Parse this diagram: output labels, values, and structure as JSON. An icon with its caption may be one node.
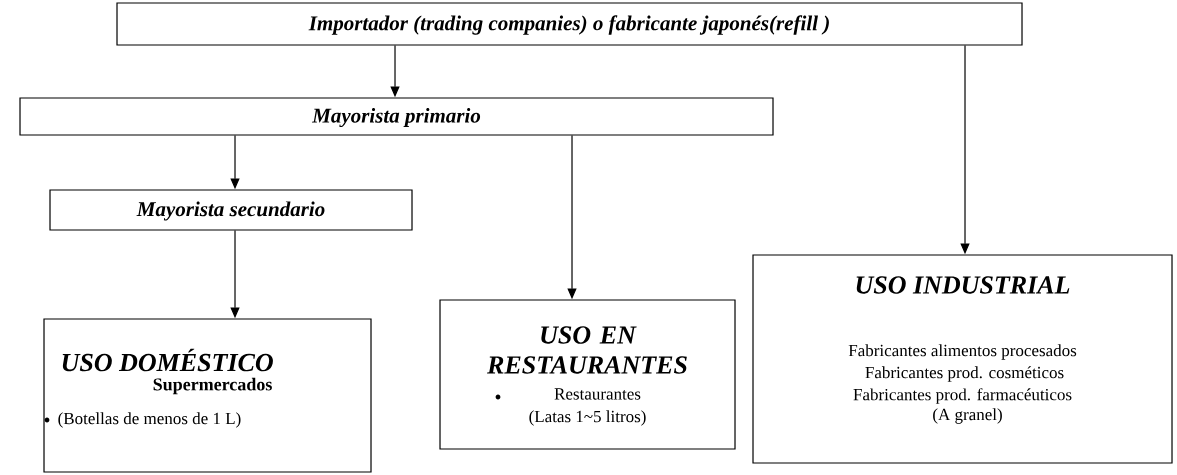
{
  "diagram": {
    "nodes": [
      {
        "text": [
          "Importador (trading companies) o fabricante japonés(refill )"
        ]
      },
      {
        "text": [
          "Mayorista primario"
        ]
      },
      {
        "text": [
          "Mayorista secundario"
        ]
      },
      {
        "text": [
          "USO DOMÉSTICO",
          "Supermercados",
          "(Botellas de menos de 1 L)"
        ]
      },
      {
        "text": [
          "USO EN RESTAURANTES",
          "Restaurantes",
          "(Latas 1~5 litros)"
        ]
      },
      {
        "text": [
          "USO INDUSTRIAL",
          "Fabricantes alimentos procesados",
          "Fabricantes prod. cosméticos",
          "Fabricantes prod. farmacéuticos",
          "(A granel)"
        ]
      }
    ],
    "edges": [
      {
        "from": 0,
        "to": 1,
        "arrow": "to"
      },
      {
        "from": 0,
        "to": 5,
        "arrow": "to"
      },
      {
        "from": 1,
        "to": 2,
        "arrow": "to"
      },
      {
        "from": 1,
        "to": 4,
        "arrow": "to"
      },
      {
        "from": 2,
        "to": 3,
        "arrow": "to"
      }
    ]
  }
}
